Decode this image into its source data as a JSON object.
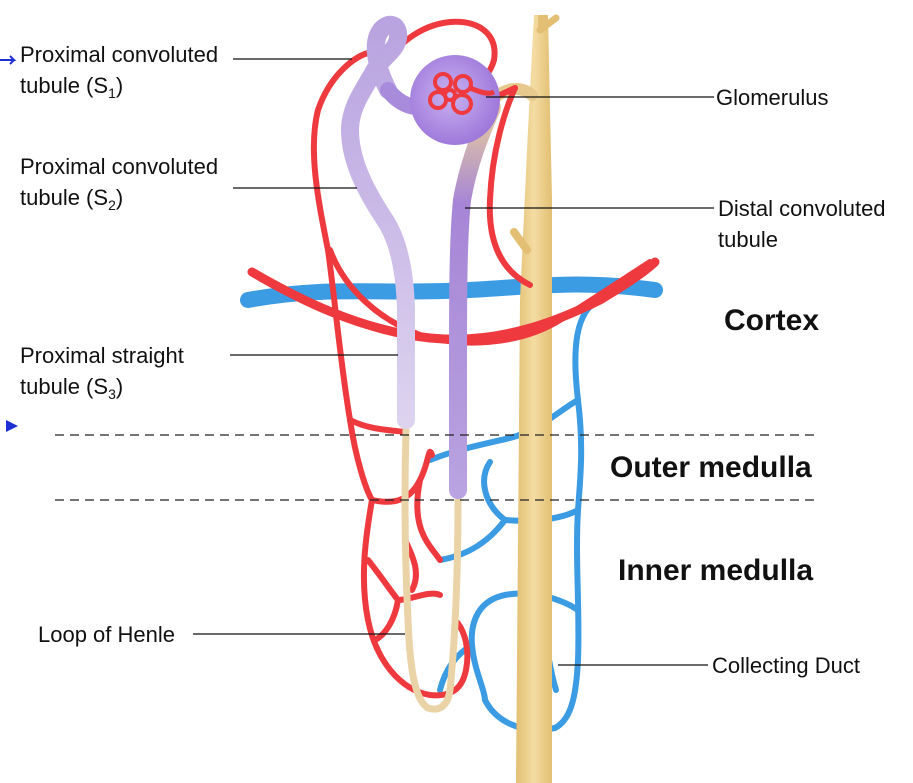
{
  "colors": {
    "artery": "#ee3a3f",
    "vein": "#3b9be3",
    "collecting_duct": "#efd08c",
    "tubule_light": "#c7b6e4",
    "tubule_dark": "#9a78d2",
    "loop": "#ead3a6",
    "marker": "#1f2fd6"
  },
  "labels": {
    "pct_s1_line1": "Proximal convoluted",
    "pct_s1_line2_prefix": "tubule (S",
    "pct_s1_sub": "1",
    "pct_s1_suffix": ")",
    "pct_s2_line1": "Proximal convoluted",
    "pct_s2_line2_prefix": "tubule (S",
    "pct_s2_sub": "2",
    "pct_s2_suffix": ")",
    "pst_s3_line1": "Proximal straight",
    "pst_s3_line2_prefix": "tubule (S",
    "pst_s3_sub": "3",
    "pst_s3_suffix": ")",
    "loop_of_henle": "Loop of Henle",
    "glomerulus": "Glomerulus",
    "dct_line1": "Distal convoluted",
    "dct_line2": "tubule",
    "collecting_duct": "Collecting Duct"
  },
  "zones": {
    "cortex": "Cortex",
    "outer_medulla": "Outer medulla",
    "inner_medulla": "Inner medulla"
  }
}
